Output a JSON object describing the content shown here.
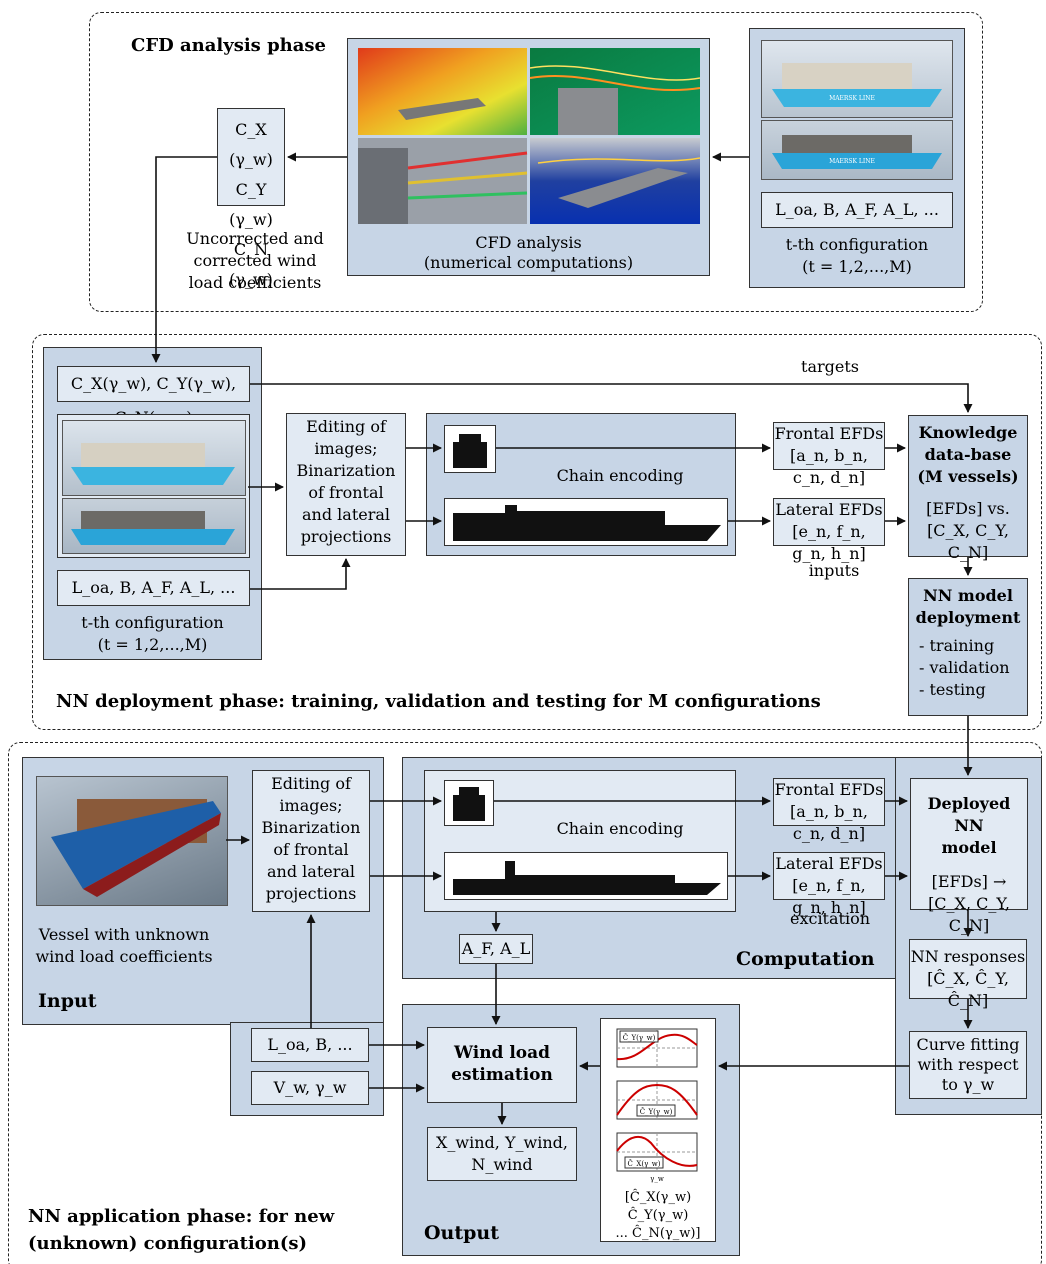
{
  "phases": {
    "cfd": "CFD analysis phase",
    "nn_deploy": "NN deployment phase: training, validation and testing for M configurations",
    "nn_app_line1": "NN application phase: for new",
    "nn_app_line2": "(unknown) configuration(s)"
  },
  "cfd": {
    "coeffs": [
      "C_X (γ_w)",
      "C_Y (γ_w)",
      "C_N (γ_w)"
    ],
    "coeff_caption": [
      "Uncorrected and",
      "corrected wind",
      "load coefficients"
    ],
    "analysis_title": "CFD analysis",
    "analysis_sub": "(numerical computations)",
    "params": "L_oa, B, A_F, A_L, ...",
    "config_line1": "t-th configuration",
    "config_line2": "(t = 1,2,...,M)"
  },
  "deploy": {
    "coeff_row": "C_X(γ_w), C_Y(γ_w), C_N(γ_w)",
    "params": "L_oa, B, A_F, A_L, ...",
    "config_line1": "t-th configuration",
    "config_line2": "(t = 1,2,...,M)",
    "editing": [
      "Editing of",
      "images;",
      "Binarization",
      "of frontal",
      "and lateral",
      "projections"
    ],
    "chain": "Chain encoding",
    "frontal_title": "Frontal EFDs",
    "frontal_vars": "[a_n, b_n, c_n, d_n]",
    "lateral_title": "Lateral EFDs",
    "lateral_vars": "[e_n, f_n, g_n, h_n]",
    "targets": "targets",
    "inputs": "inputs",
    "kb": [
      "Knowledge",
      "data-base",
      "(M vessels)"
    ],
    "kb_sub": [
      "[EFDs] vs.",
      "[C_X, C_Y, C_N]"
    ],
    "nn_title": [
      "NN model",
      "deployment"
    ],
    "nn_items": [
      "- training",
      "- validation",
      "- testing"
    ]
  },
  "app": {
    "vessel_caption": [
      "Vessel with unknown",
      "wind load coefficients"
    ],
    "input_label": "Input",
    "editing": [
      "Editing of",
      "images;",
      "Binarization",
      "of frontal",
      "and lateral",
      "projections"
    ],
    "chain": "Chain encoding",
    "frontal_title": "Frontal EFDs",
    "frontal_vars": "[a_n, b_n, c_n, d_n]",
    "lateral_title": "Lateral EFDs",
    "lateral_vars": "[e_n, f_n, g_n, h_n]",
    "excitation": "excitation",
    "deployed": [
      "Deployed NN",
      "model"
    ],
    "deployed_sub": [
      "[EFDs] →",
      "[C_X, C_Y, C_N]"
    ],
    "computation_label": "Computation",
    "af_al": "A_F, A_L",
    "nn_responses": [
      "NN responses",
      "[Ĉ_X, Ĉ_Y, Ĉ_N]"
    ],
    "curve_fit": [
      "Curve fitting",
      "with respect",
      "to γ_w"
    ],
    "loa_b": "L_oa, B, ...",
    "vw": "V_w, γ_w",
    "wind_est": [
      "Wind load",
      "estimation"
    ],
    "xyz": [
      "X_wind, Y_wind,",
      "N_wind"
    ],
    "output_label": "Output",
    "plot_labels": [
      "Ĉ_Y(γ_w)",
      "Ĉ_Y(γ_w)",
      "Ĉ_X(γ_w)"
    ],
    "gamma_label": "γ_w",
    "plot_caption": [
      "[Ĉ_X(γ_w) Ĉ_Y(γ_w)",
      "... Ĉ_N(γ_w)]"
    ]
  },
  "ship_text": "MAERSK LINE",
  "colors": {
    "box_blue": "#c7d5e6",
    "box_light": "#e2eaf3",
    "curve_red": "#cc0000"
  }
}
